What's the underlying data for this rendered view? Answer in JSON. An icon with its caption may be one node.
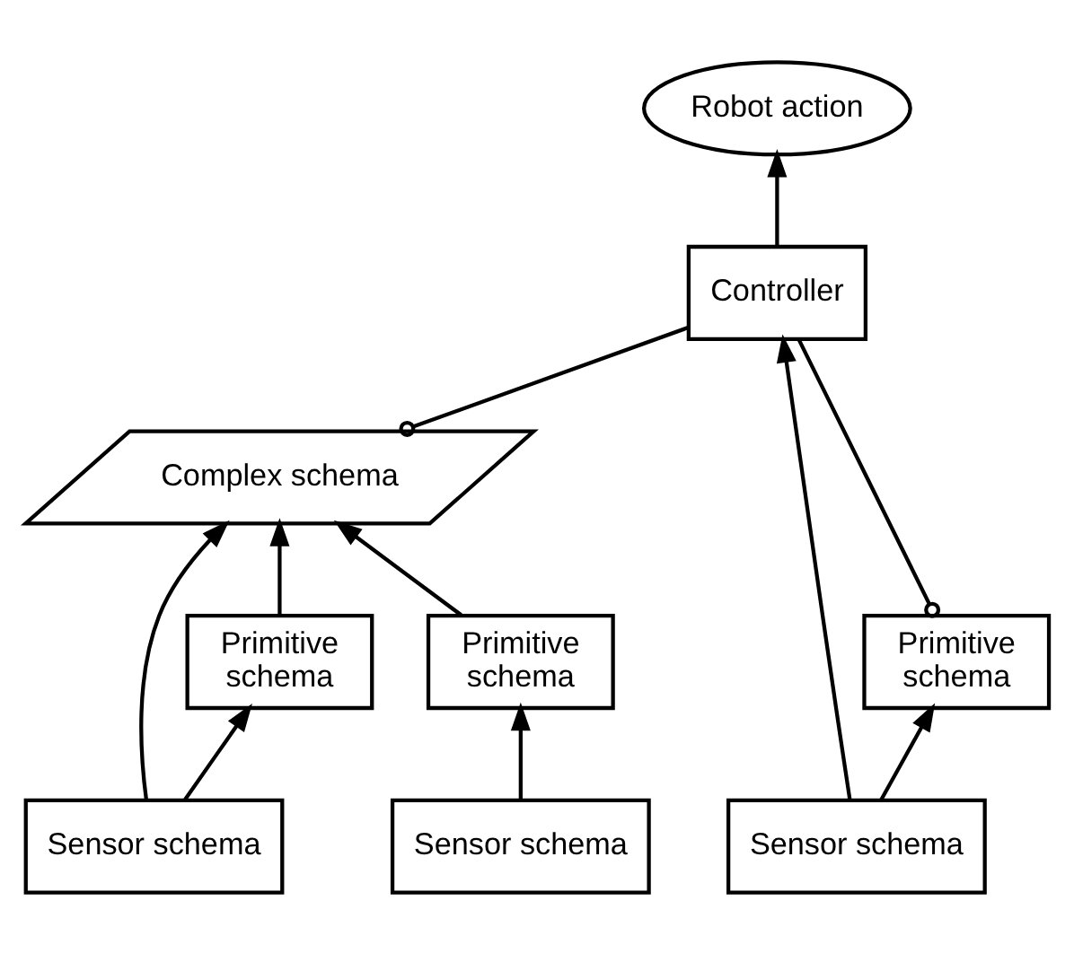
{
  "diagram": {
    "nodes": [
      {
        "text": [
          "Robot action"
        ]
      },
      {
        "text": [
          "Controller"
        ]
      },
      {
        "text": [
          "Complex schema"
        ]
      },
      {
        "text": [
          "Primitive schema"
        ]
      },
      {
        "text": [
          "Primitive schema"
        ]
      },
      {
        "text": [
          "Primitive schema"
        ]
      },
      {
        "text": [
          "Sensor schema"
        ]
      },
      {
        "text": [
          "Sensor schema"
        ]
      },
      {
        "text": [
          "Sensor schema"
        ]
      }
    ],
    "edges": [
      {
        "from": 1,
        "to": 0,
        "arrow": "to"
      },
      {
        "from": 1,
        "to": 2,
        "arrow": "other"
      },
      {
        "from": 1,
        "to": 5,
        "arrow": "other"
      },
      {
        "from": 3,
        "to": 2,
        "arrow": "to"
      },
      {
        "from": 4,
        "to": 2,
        "arrow": "to"
      },
      {
        "from": 6,
        "to": 3,
        "arrow": "to"
      },
      {
        "from": 7,
        "to": 4,
        "arrow": "to"
      },
      {
        "from": 8,
        "to": 5,
        "arrow": "to"
      },
      {
        "from": 6,
        "to": 2,
        "arrow": "to"
      },
      {
        "from": 8,
        "to": 1,
        "arrow": "to"
      }
    ]
  }
}
